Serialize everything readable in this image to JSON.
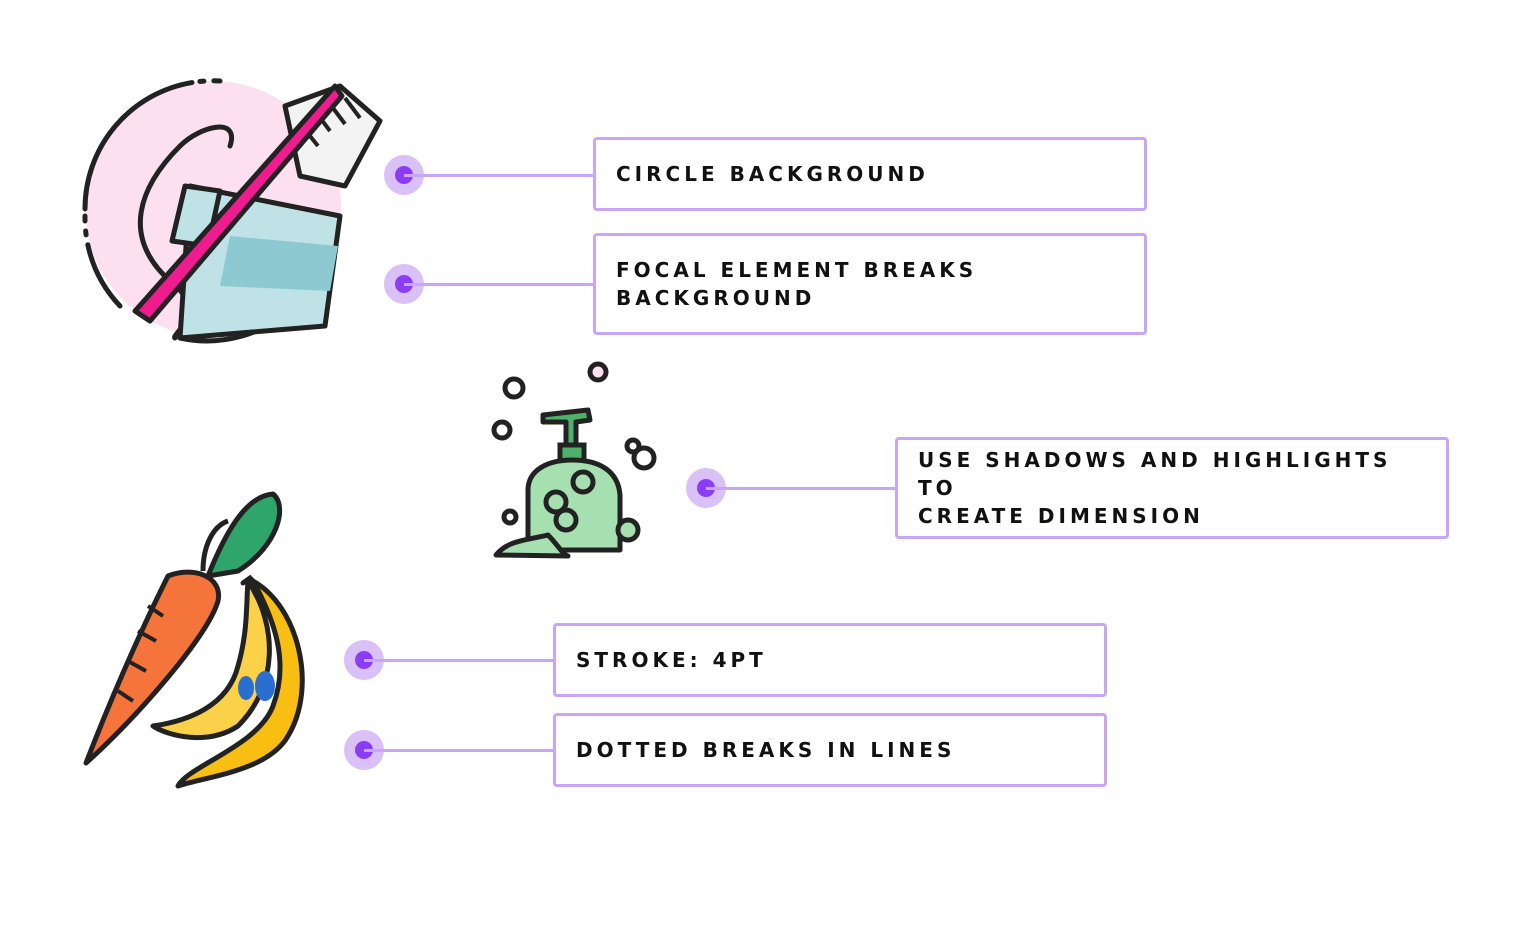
{
  "colors": {
    "accent_border": "#c9a6f3",
    "dot_outer": "#d9c0f7",
    "dot_inner": "#8b3cf6",
    "text": "#111111"
  },
  "annotations": [
    {
      "label": "CIRCLE BACKGROUND"
    },
    {
      "label": "FOCAL ELEMENT BREAKS\nBACKGROUND"
    },
    {
      "label": "USE SHADOWS AND HIGHLIGHTS TO\nCREATE DIMENSION"
    },
    {
      "label": "STROKE: 4PT"
    },
    {
      "label": "DOTTED BREAKS IN LINES"
    }
  ],
  "illustrations": [
    {
      "icon": "toothbrush-icon"
    },
    {
      "icon": "soap-dispenser-icon"
    },
    {
      "icon": "carrot-banana-icon"
    }
  ]
}
